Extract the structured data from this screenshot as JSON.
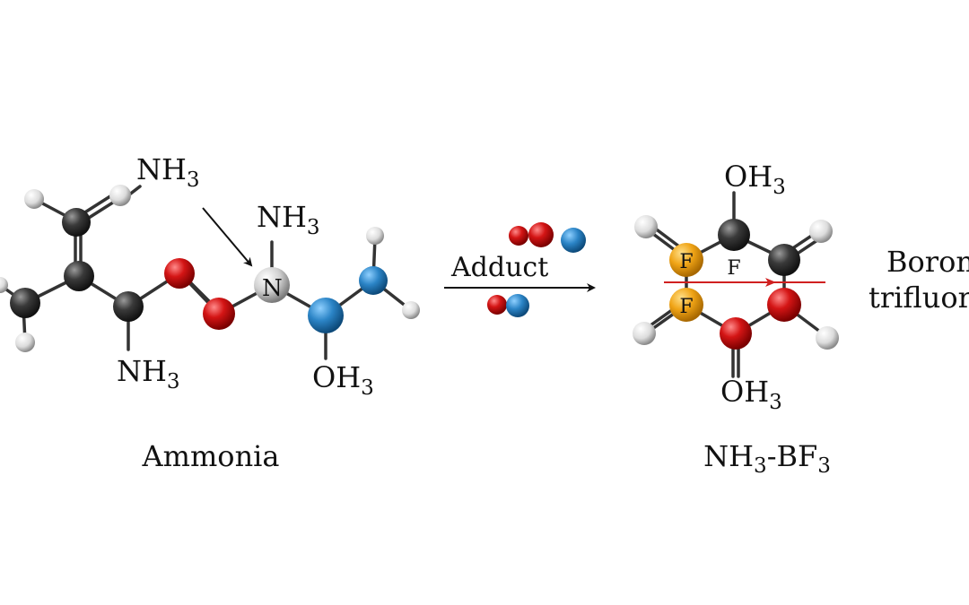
{
  "left_molecule": {
    "caption": "Ammonia",
    "labels": {
      "top_nh3": {
        "main": "NH",
        "sub": "3"
      },
      "mid_nh3": {
        "main": "NH",
        "sub": "3"
      },
      "bottom_nh3": {
        "main": "NH",
        "sub": "3"
      },
      "bottom_oh3": {
        "main": "OH",
        "sub": "3"
      },
      "n_atom": "N"
    }
  },
  "reaction_arrow": {
    "label": "Adduct"
  },
  "right_molecule": {
    "caption": {
      "part1": "NH",
      "sub1": "3",
      "part2": "-BF",
      "sub2": "3"
    },
    "labels": {
      "top_oh3": {
        "main": "OH",
        "sub": "3"
      },
      "bottom_oh3": {
        "main": "OH",
        "sub": "3"
      },
      "f_upper": "F",
      "f_lower": "F",
      "f_center": "F"
    }
  },
  "side_text": {
    "line1": "Boron",
    "line2": "trifluori"
  },
  "colors": {
    "carbon": "#2f2f2f",
    "oxygen": "#d01818",
    "hydrogen": "#d8d8d8",
    "nitrogen": "#c8c8c8",
    "blue_atom": "#2e86c8",
    "fluorine": "#f0a818",
    "red_arrow": "#d02020"
  }
}
